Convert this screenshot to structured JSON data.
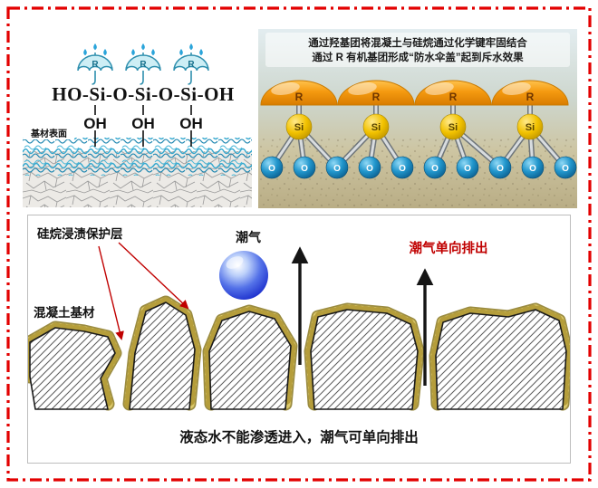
{
  "colors": {
    "border_red": "#e30000",
    "accent_red": "#c00000",
    "coating_khaki": "#dcc96a",
    "dome_orange": "#f59a10",
    "si_yellow": "#f2c200",
    "o_blue": "#2196cc"
  },
  "top_left": {
    "umbrella_label": "R",
    "formula": "HO-Si-O-Si-O-Si-OH",
    "oh_labels": [
      "OH",
      "OH",
      "OH"
    ],
    "surface_label": "基材表面"
  },
  "top_right": {
    "caption_line1": "通过羟基团将混凝土与硅烷通过化学键牢固结合",
    "caption_line2": "通过 R 有机基团形成“防水伞盖”起到斥水效果",
    "r_label": "R",
    "si_label": "Si",
    "o_label": "O"
  },
  "bottom": {
    "protective_layer_label": "硅烷浸渍保护层",
    "moisture_label": "潮气",
    "moisture_exit_label": "潮气单向排出",
    "substrate_label": "混凝土基材",
    "caption": "液态水不能渗透进入，潮气可单向排出"
  }
}
